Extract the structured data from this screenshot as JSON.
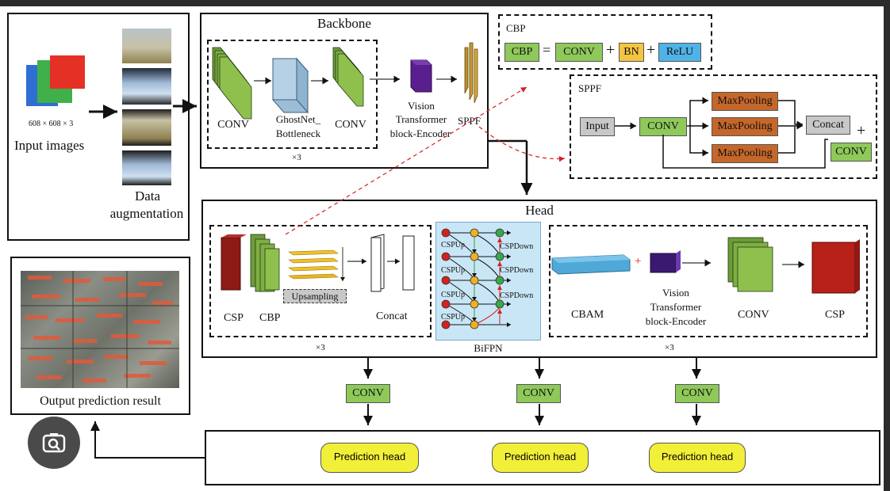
{
  "input": {
    "dims": "608 × 608 × 3",
    "title": "Input images",
    "aug_line1": "Data",
    "aug_line2": "augmentation"
  },
  "output": {
    "title": "Output prediction result"
  },
  "backbone": {
    "title": "Backbone",
    "conv1": "CONV",
    "ghost1": "GhostNet_",
    "ghost2": "Bottleneck",
    "conv2": "CONV",
    "vit1": "Vision",
    "vit2": "Transformer",
    "vit3": "block-Encoder",
    "sppf": "SPPF",
    "repeat": "×3"
  },
  "cbp": {
    "title": "CBP",
    "items": [
      "CBP",
      "=",
      "CONV",
      "+",
      "BN",
      "+",
      "ReLU"
    ]
  },
  "sppf": {
    "title": "SPPF",
    "input": "Input",
    "conv": "CONV",
    "maxpool": [
      "MaxPooling",
      "MaxPooling",
      "MaxPooling"
    ],
    "concat": "Concat",
    "plus": "+",
    "conv_out": "CONV"
  },
  "head": {
    "title": "Head",
    "upsampling": "Upsampling",
    "csp": "CSP",
    "cbp": "CBP",
    "concat": "Concat",
    "repeat1": "×3",
    "bifpn": "BiFPN",
    "cspup": "CSPUp",
    "cspdown": "CSPDown",
    "cbam": "CBAM",
    "plus": "+",
    "vit1": "Vision",
    "vit2": "Transformer",
    "vit3": "block-Encoder",
    "conv": "CONV",
    "csp2": "CSP",
    "repeat2": "×3"
  },
  "outputs": {
    "conv_labels": [
      "CONV",
      "CONV",
      "CONV"
    ],
    "pred_labels": [
      "Prediction head",
      "Prediction head",
      "Prediction head"
    ]
  }
}
